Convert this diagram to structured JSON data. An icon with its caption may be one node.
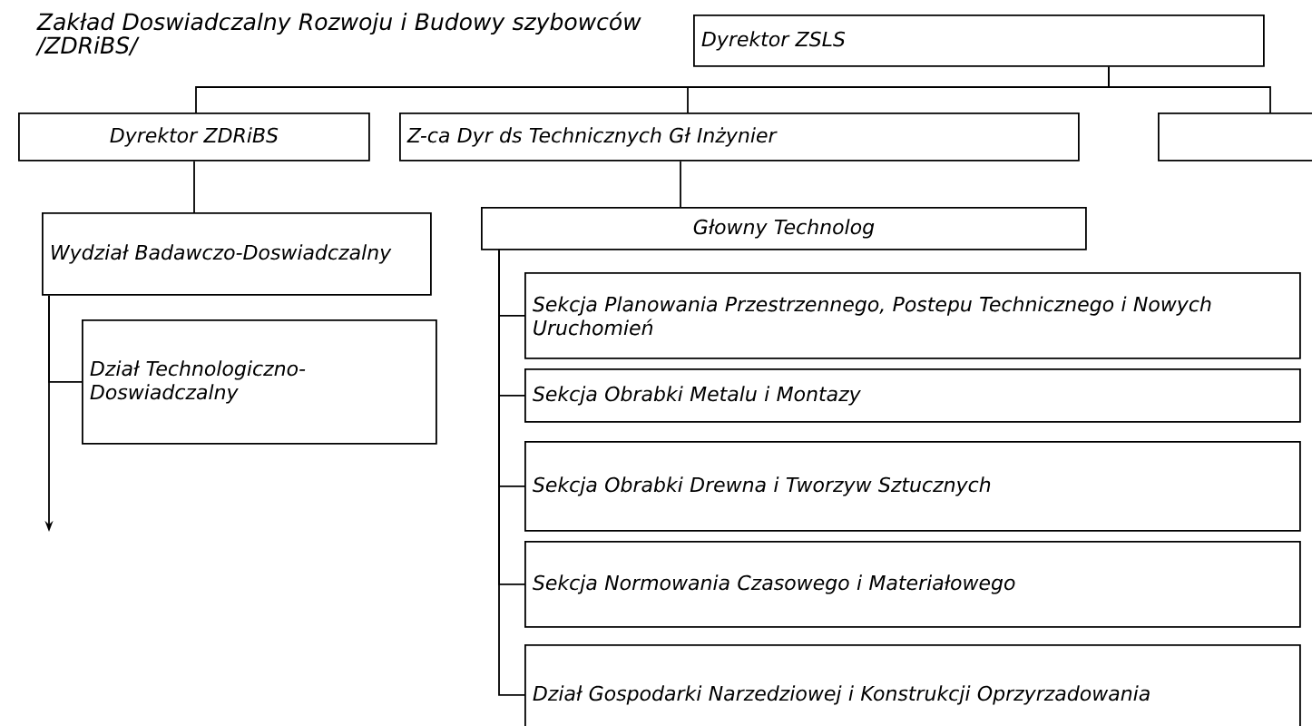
{
  "diagram": {
    "title": "Zakład Doswiadczalny Rozwoju i Budowy szybowców /ZDRiBS/",
    "nodes": [
      {
        "text": [
          "Dyrektor ZSLS"
        ]
      },
      {
        "text": [
          "Dyrektor ZDRiBS"
        ]
      },
      {
        "text": [
          "Z-ca Dyr ds Technicznych Gł Inżynier"
        ]
      },
      {
        "text": [],
        "shape": "box"
      },
      {
        "text": [
          "Wydział Badawczo-Doswiadczalny"
        ]
      },
      {
        "text": [
          "Dział Technologiczno-Doswiadczalny"
        ]
      },
      {
        "text": [
          "Głowny Technolog"
        ]
      },
      {
        "text": [
          "Sekcja Planowania Przestrzennego, Postepu Technicznego i Nowych Uruchomień"
        ]
      },
      {
        "text": [
          "Sekcja Obrabki Metalu i Montazy"
        ]
      },
      {
        "text": [
          "Sekcja Obrabki Drewna i Tworzyw Sztucznych"
        ]
      },
      {
        "text": [
          "Sekcja Normowania Czasowego i Materiałowego"
        ]
      },
      {
        "text": [
          "Dział Gospodarki Narzedziowej i Konstrukcji Oprzyrzadowania"
        ]
      }
    ],
    "edges": [
      {
        "from": 0,
        "to": 1,
        "arrow": "none"
      },
      {
        "from": 0,
        "to": 2,
        "arrow": "none"
      },
      {
        "from": 0,
        "to": 3,
        "arrow": "none"
      },
      {
        "from": 1,
        "to": 4,
        "arrow": "none"
      },
      {
        "from": 2,
        "to": 6,
        "arrow": "none"
      },
      {
        "from": 4,
        "to": 5,
        "arrow": "none"
      },
      {
        "from": 4,
        "to": null,
        "arrow": "to"
      },
      {
        "from": 6,
        "to": 7,
        "arrow": "none"
      },
      {
        "from": 6,
        "to": 8,
        "arrow": "none"
      },
      {
        "from": 6,
        "to": 9,
        "arrow": "none"
      },
      {
        "from": 6,
        "to": 10,
        "arrow": "none"
      },
      {
        "from": 6,
        "to": 11,
        "arrow": "none"
      }
    ]
  }
}
